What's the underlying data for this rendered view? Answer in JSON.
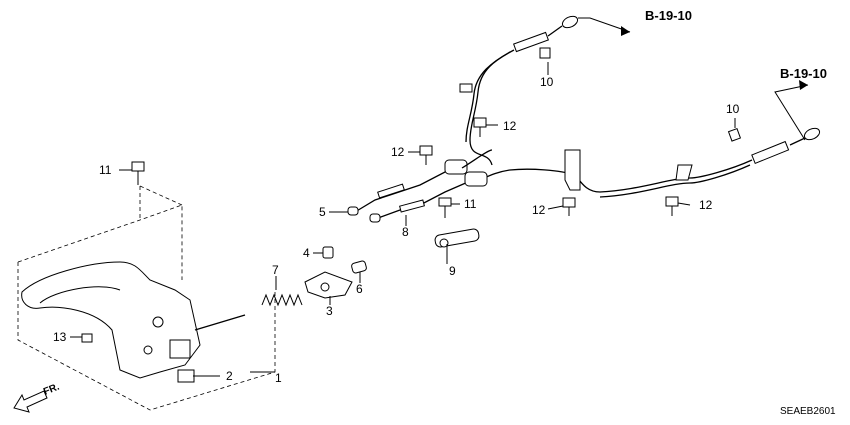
{
  "refs": [
    "B-19-10",
    "B-19-10"
  ],
  "parts": {
    "p1": "1",
    "p2": "2",
    "p3": "3",
    "p4": "4",
    "p5": "5",
    "p6": "6",
    "p7": "7",
    "p8": "8",
    "p9": "9",
    "p10a": "10",
    "p10b": "10",
    "p11a": "11",
    "p11b": "11",
    "p12a": "12",
    "p12b": "12",
    "p12c": "12",
    "p12d": "12",
    "p13": "13"
  },
  "direction": "FR.",
  "diagram_code": "SEAEB2601"
}
